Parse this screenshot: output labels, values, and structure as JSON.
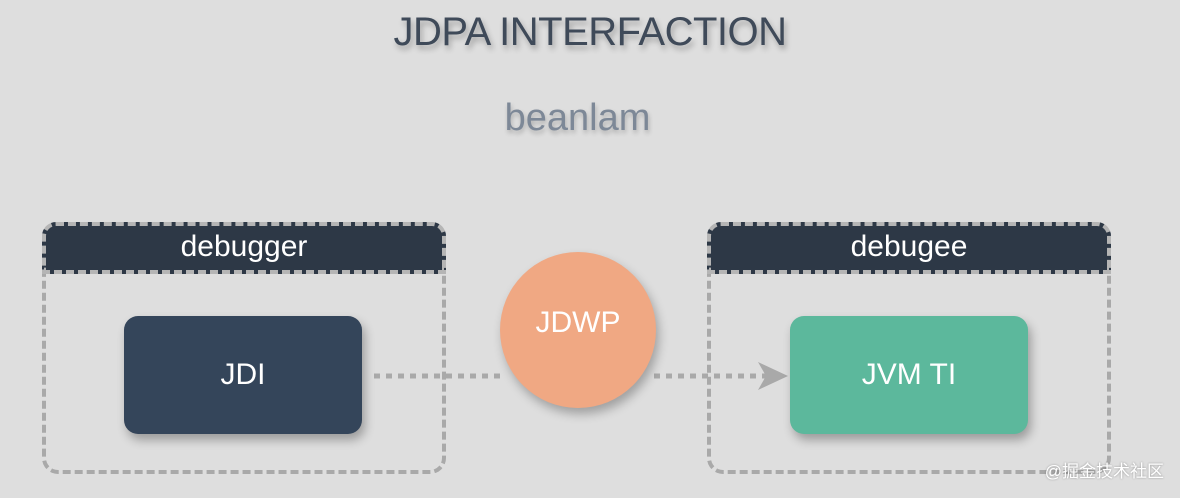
{
  "title": "JDPA INTERFACTION",
  "subtitle": "beanlam",
  "groups": {
    "left": {
      "label": "debugger"
    },
    "right": {
      "label": "debugee"
    }
  },
  "nodes": {
    "jdi": "JDI",
    "jdwp": "JDWP",
    "jvmti": "JVM TI"
  },
  "watermark": "@掘金技术社区",
  "colors": {
    "background": "#dedede",
    "header": "#2d3846",
    "jdi": "#34455a",
    "jdwp": "#f0a883",
    "jvmti": "#5cb89c"
  }
}
